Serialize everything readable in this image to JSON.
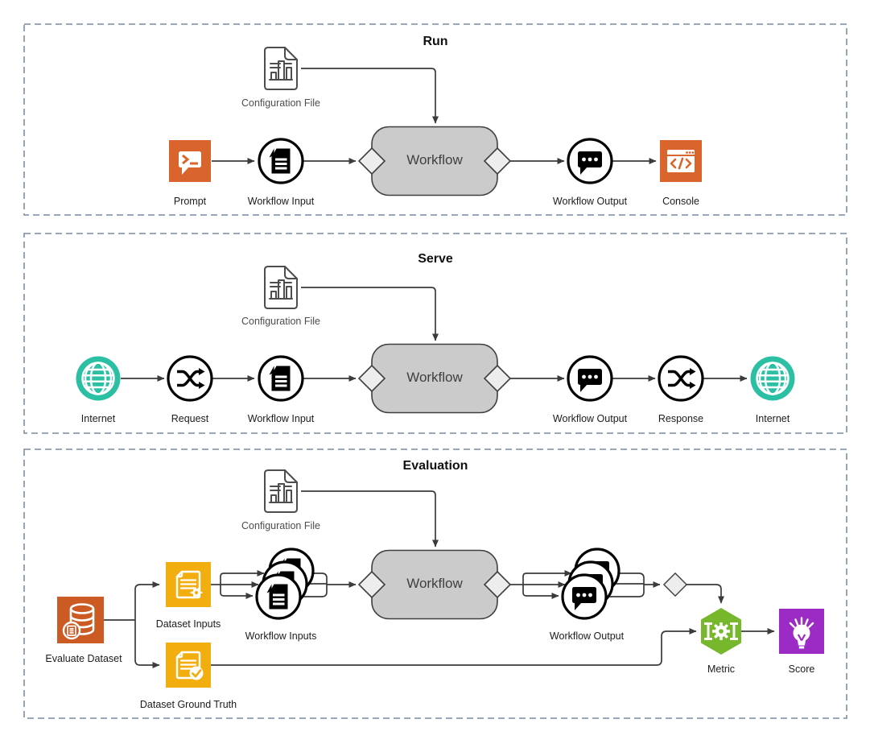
{
  "run": {
    "title": "Run",
    "nodes": {
      "configuration_file": "Configuration File",
      "prompt": "Prompt",
      "workflow_input": "Workflow Input",
      "workflow": "Workflow",
      "workflow_output": "Workflow Output",
      "console": "Console"
    }
  },
  "serve": {
    "title": "Serve",
    "nodes": {
      "configuration_file": "Configuration File",
      "internet_in": "Internet",
      "request": "Request",
      "workflow_input": "Workflow Input",
      "workflow": "Workflow",
      "workflow_output": "Workflow Output",
      "response": "Response",
      "internet_out": "Internet"
    }
  },
  "evaluation": {
    "title": "Evaluation",
    "nodes": {
      "configuration_file": "Configuration File",
      "evaluate_dataset": "Evaluate Dataset",
      "dataset_inputs": "Dataset Inputs",
      "dataset_ground_truth": "Dataset Ground Truth",
      "workflow_inputs": "Workflow Inputs",
      "workflow": "Workflow",
      "workflow_output": "Workflow Output",
      "metric": "Metric",
      "score": "Score"
    }
  },
  "colors": {
    "orange": "#D9652C",
    "dark_orange": "#CB5A23",
    "yellow": "#F2AE0E",
    "teal": "#2BBFA3",
    "green": "#76B72B",
    "purple": "#9C2BC5",
    "workflow_fill": "#CBCBCB",
    "diamond_fill": "#EDEDED",
    "shape_stroke": "#3F3F3F",
    "edge": "#3B3B3B",
    "panel_border": "#8A9BB0"
  }
}
